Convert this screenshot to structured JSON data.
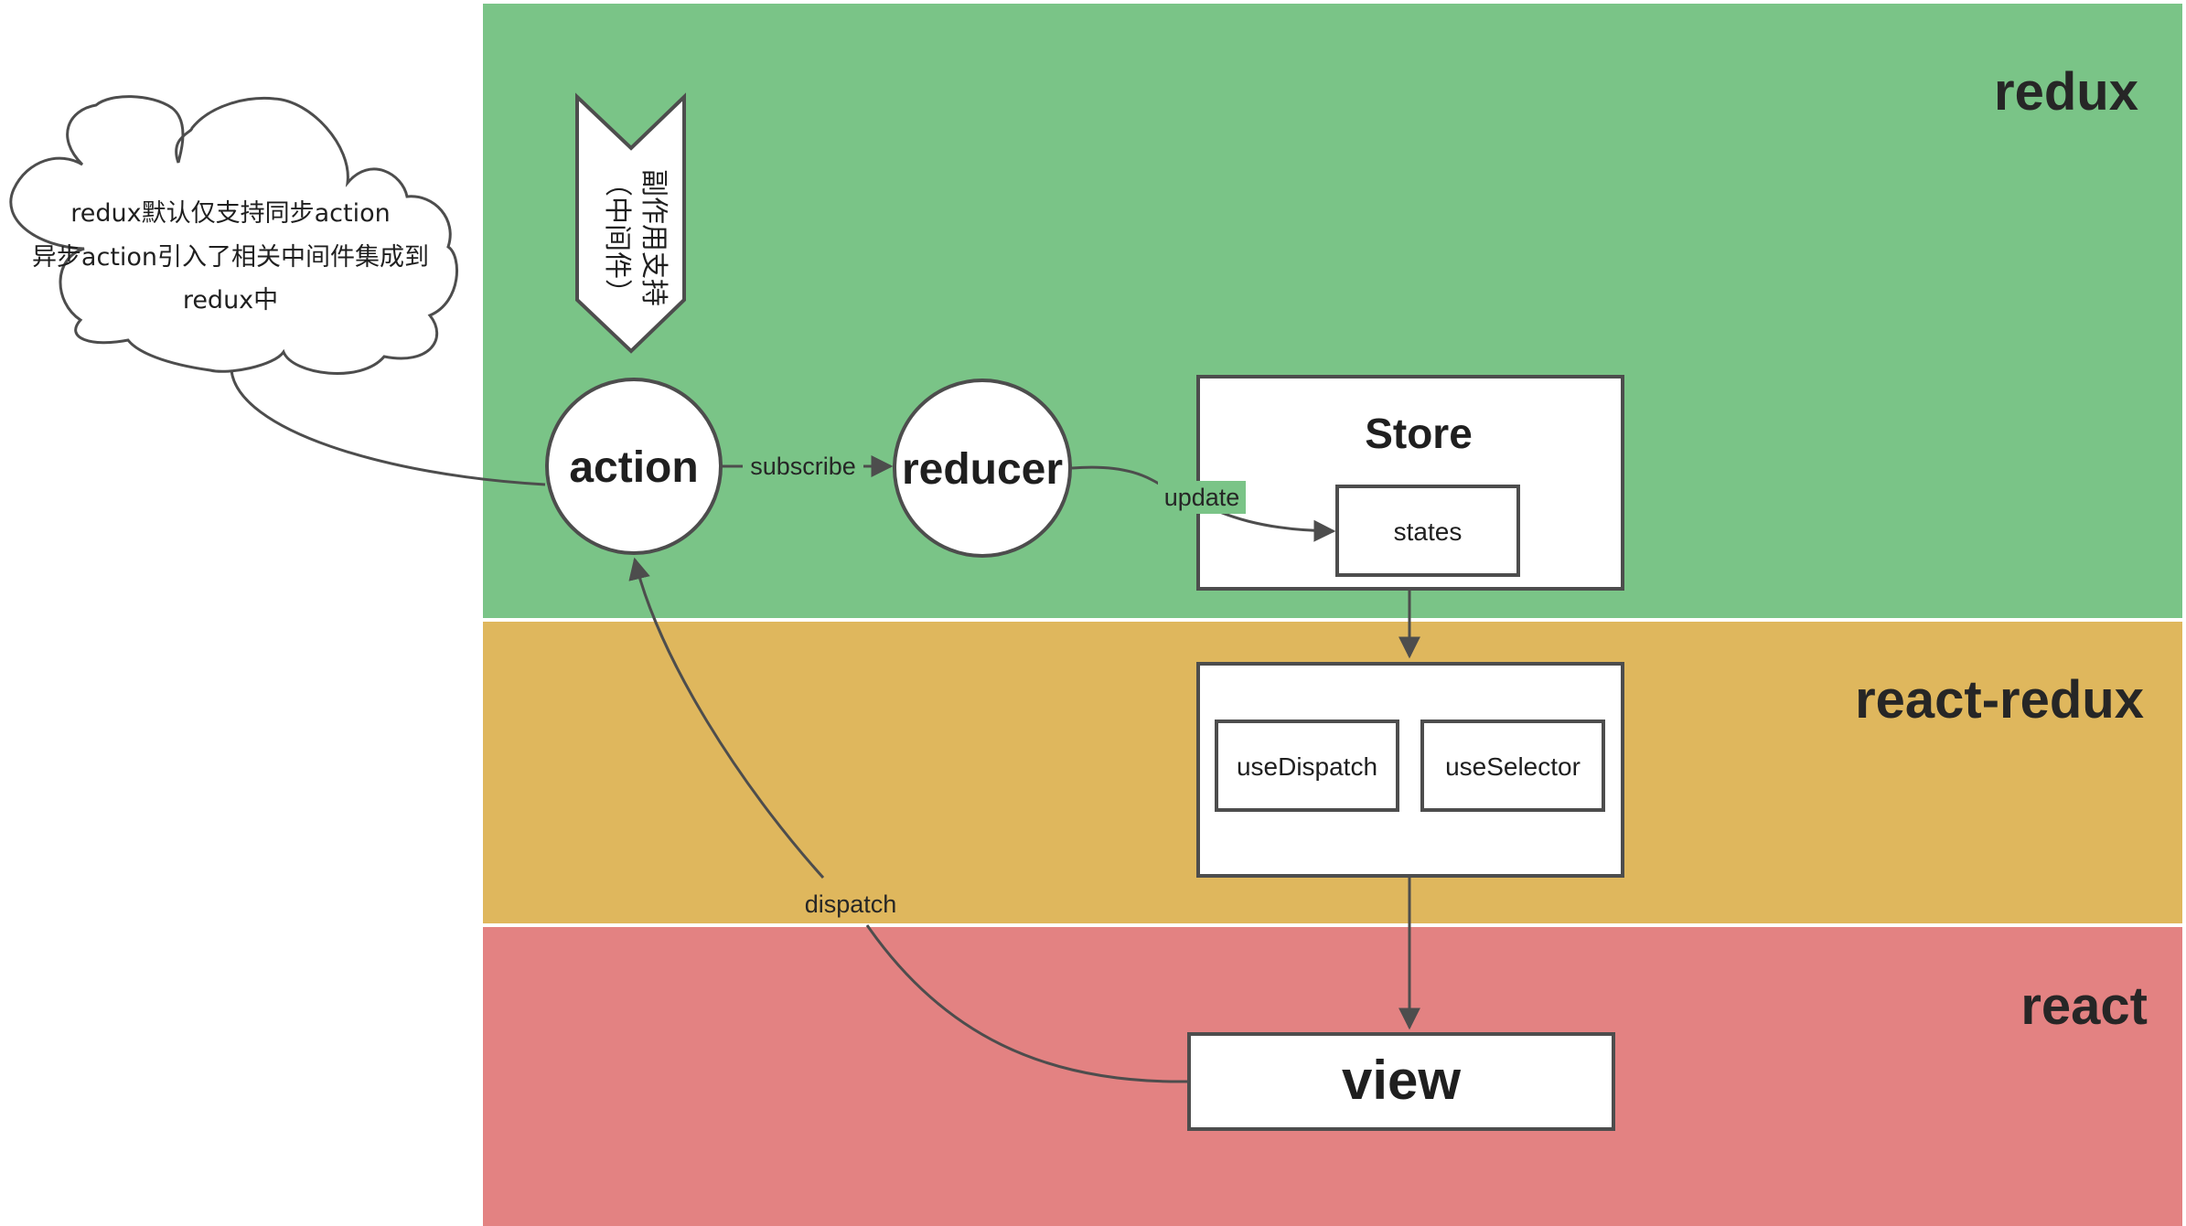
{
  "bands": [
    {
      "id": "redux",
      "label": "redux",
      "color": "#7ac487"
    },
    {
      "id": "react-redux",
      "label": "react-redux",
      "color": "#dfb75d"
    },
    {
      "id": "react",
      "label": "react",
      "color": "#e38282"
    }
  ],
  "nodes": {
    "action": "action",
    "reducer": "reducer",
    "store": "Store",
    "states": "states",
    "use_dispatch": "useDispatch",
    "use_selector": "useSelector",
    "view": "view"
  },
  "edges": {
    "subscribe": "subscribe",
    "update": "update",
    "dispatch": "dispatch"
  },
  "side_effect_banner": {
    "line1": "副作用支持",
    "line2": "（中间件）"
  },
  "cloud_note": {
    "line1": "redux默认仅支持同步action",
    "line2": "异步action引入了相关中间件集成到",
    "line3": "redux中"
  },
  "colors": {
    "stroke": "#4d4d4d",
    "node_fill": "#ffffff",
    "text": "#1f1f1f"
  }
}
